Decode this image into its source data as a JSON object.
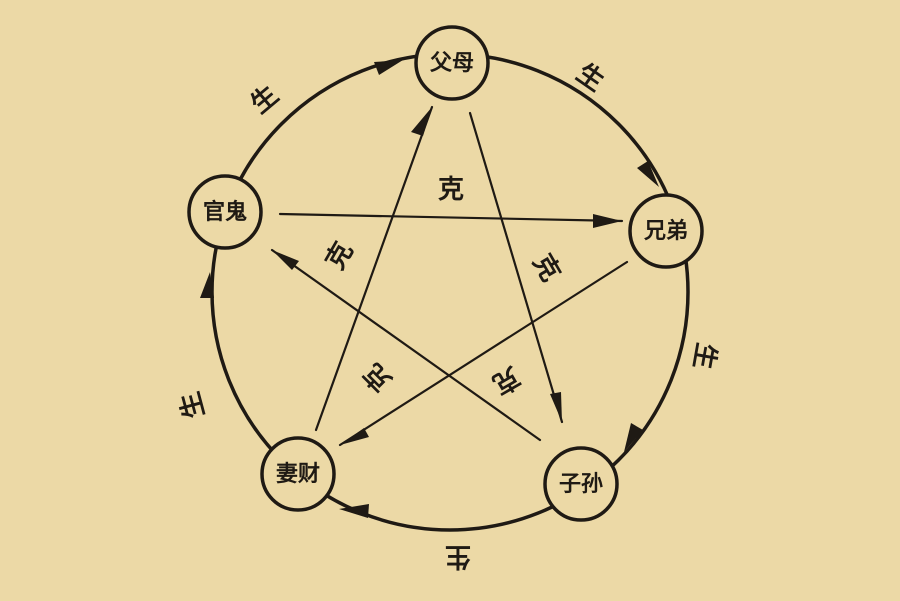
{
  "nodes": {
    "fumu": "父母",
    "xiongdi": "兄弟",
    "zisun": "子孙",
    "qicai": "妻财",
    "guangui": "官鬼"
  },
  "relations": {
    "generate": "生",
    "restrain": "克"
  },
  "colors": {
    "background": "#ecd9a6",
    "ink": "#1f1a14"
  }
}
